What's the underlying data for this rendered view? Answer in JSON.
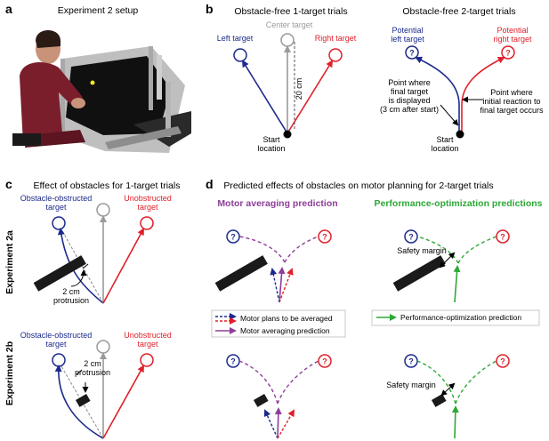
{
  "panels": {
    "a": {
      "letter": "a",
      "title": "Experiment 2 setup"
    },
    "b": {
      "letter": "b",
      "left_title": "Obstacle-free 1-target trials",
      "right_title": "Obstacle-free 2-target trials",
      "center_target": "Center target",
      "left_target": "Left target",
      "right_target": "Right target",
      "distance": "20 cm",
      "start_location": [
        "Start",
        "location"
      ],
      "potential_left": [
        "Potential",
        "left target"
      ],
      "potential_right": [
        "Potential",
        "right target"
      ],
      "final_target_note": [
        "Point where",
        "final target",
        "is displayed",
        "(3 cm after start)"
      ],
      "initial_reaction_note": [
        "Point where",
        "initial reaction to",
        "final target occurs"
      ],
      "question_mark": "?"
    },
    "c": {
      "letter": "c",
      "title": "Effect of obstacles for 1-target trials",
      "obstructed": [
        "Obstacle-obstructed",
        "target"
      ],
      "unobstructed": [
        "Unobstructed",
        "target"
      ],
      "protrusion": [
        "2 cm",
        "protrusion"
      ],
      "exp_2a": "Experiment 2a",
      "exp_2b": "Experiment 2b"
    },
    "d": {
      "letter": "d",
      "title": "Predicted effects of obstacles on motor planning for 2-target trials",
      "motor_averaging": "Motor averaging prediction",
      "performance_optimization": "Performance-optimization predictions",
      "safety_margin": "Safety margin",
      "legend_plans": "Motor plans to be averaged",
      "legend_averaging": "Motor averaging prediction",
      "legend_performance": "Performance-optimization prediction"
    }
  },
  "colors": {
    "blue": "#1c2a8c",
    "red": "#e0202a",
    "gray": "#9a9a9a",
    "purple": "#8e3e99",
    "green": "#2ea836",
    "obstacle": "#1a1a1a"
  }
}
